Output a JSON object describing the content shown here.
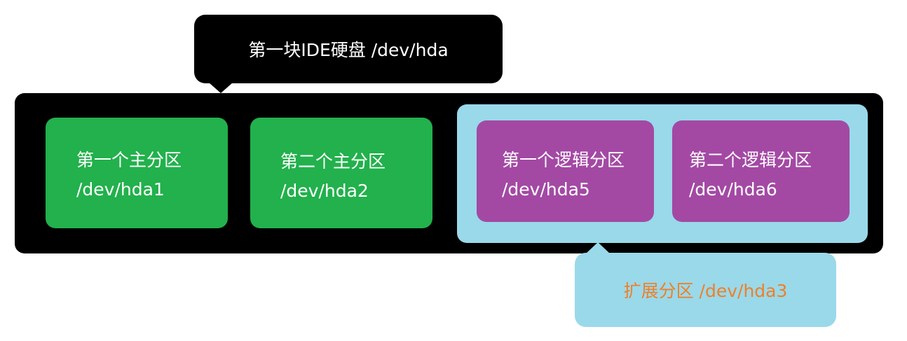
{
  "disk": {
    "label": "第一块IDE硬盘 /dev/hda"
  },
  "primary_partitions": [
    {
      "name": "第一个主分区",
      "device": "/dev/hda1"
    },
    {
      "name": "第二个主分区",
      "device": "/dev/hda2"
    }
  ],
  "extended_partition": {
    "label": "扩展分区 /dev/hda3"
  },
  "logical_partitions": [
    {
      "name": "第一个逻辑分区",
      "device": "/dev/hda5"
    },
    {
      "name": "第二个逻辑分区",
      "device": "/dev/hda6"
    }
  ],
  "colors": {
    "disk": "#000000",
    "primary": "#22b14c",
    "extended": "#99d9ea",
    "logical": "#a349a4",
    "extended_label_text": "#f07f28"
  }
}
